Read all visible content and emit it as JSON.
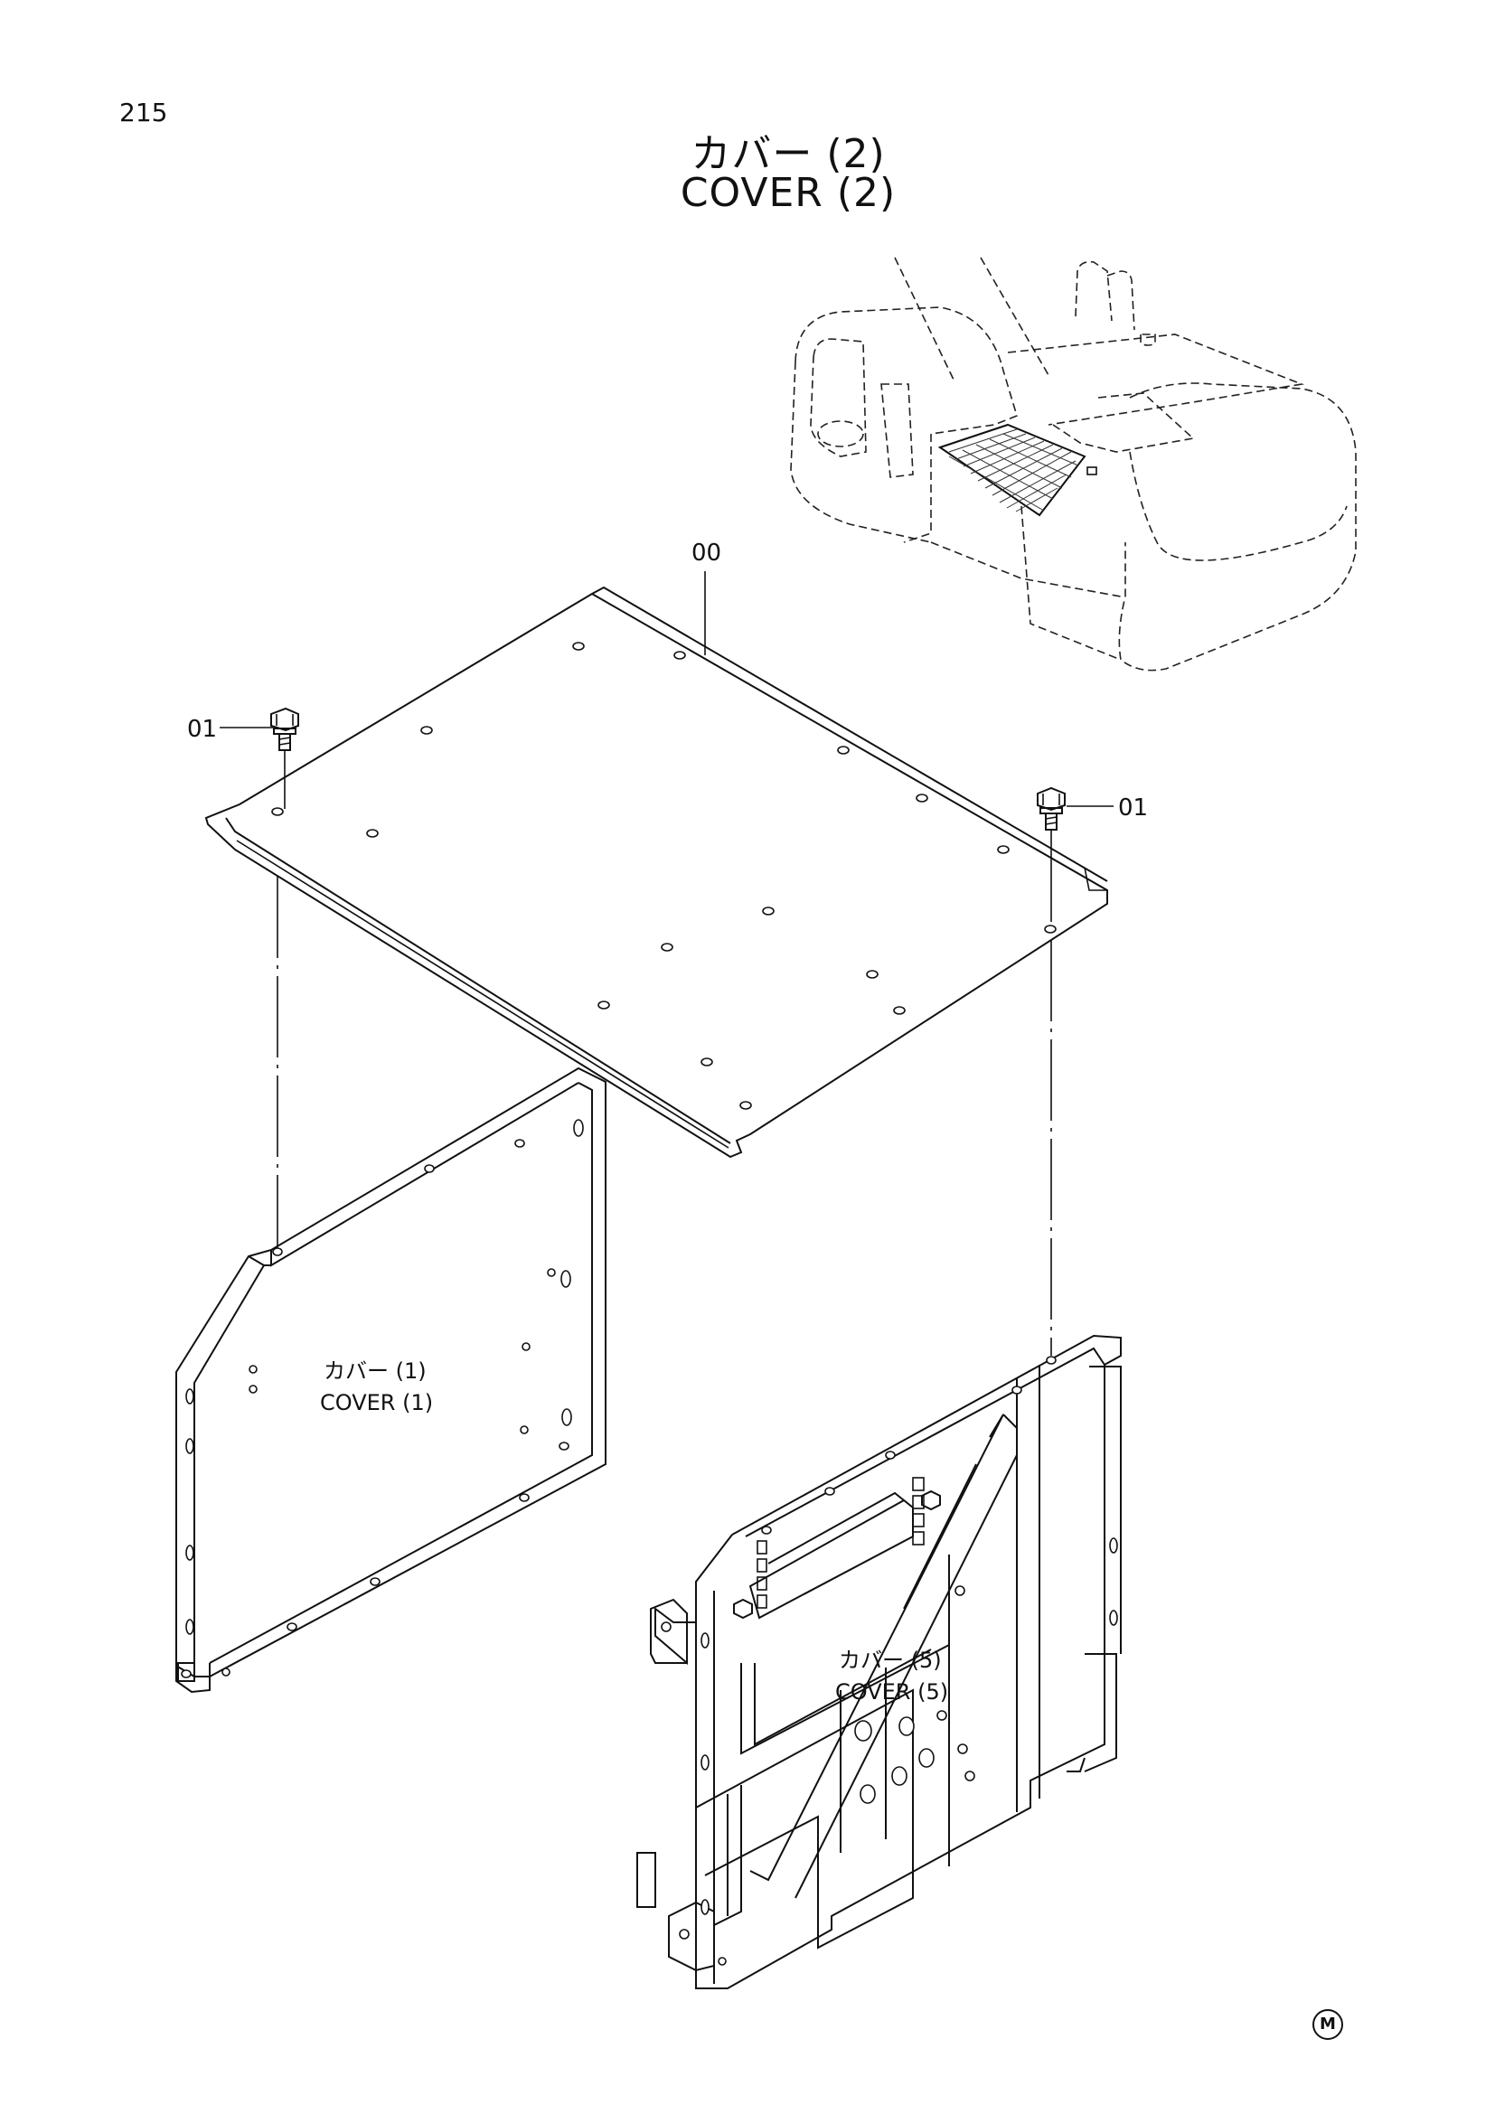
{
  "page_number": "215",
  "title": {
    "japanese": "カバー (2)",
    "english": "COVER (2)"
  },
  "callouts": {
    "assembly": "00",
    "bolt_left": "01",
    "bolt_right": "01"
  },
  "related_parts": {
    "cover_1": {
      "japanese": "カバー (1)",
      "english": "COVER (1)"
    },
    "cover_5": {
      "japanese": "カバー (5)",
      "english": "COVER (5)"
    }
  },
  "footer_mark": "M"
}
